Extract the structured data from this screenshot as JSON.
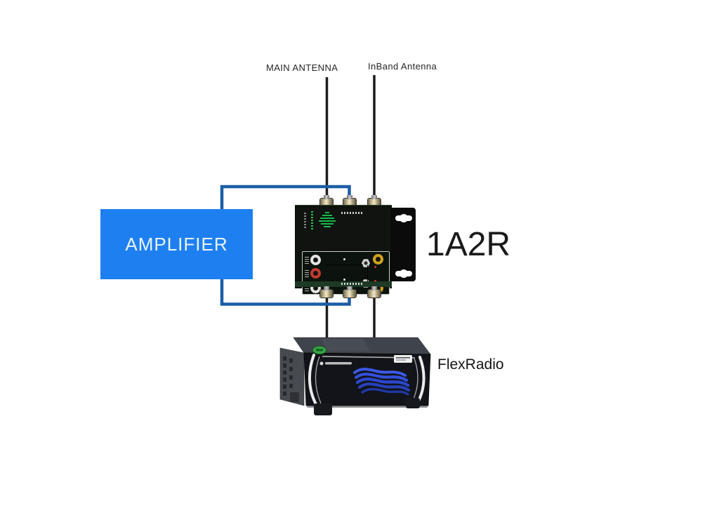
{
  "diagram": {
    "antenna_labels": {
      "main": "MAIN ANTENNA",
      "inband": "InBand Antenna"
    },
    "amplifier": {
      "label": "AMPLIFIER"
    },
    "switch": {
      "label": "1A2R"
    },
    "radio": {
      "label": "FlexRadio"
    },
    "colors": {
      "amplifier_fill": "#1e80f0",
      "amplifier_text": "#e9f4ff",
      "amp_loop_wire_blue": "#1b5da8",
      "coax_wire_black": "#1c1c1c",
      "pcb_logo_green": "#18c34b",
      "radio_wave_blue": "#3352de",
      "background": "#ffffff"
    }
  }
}
